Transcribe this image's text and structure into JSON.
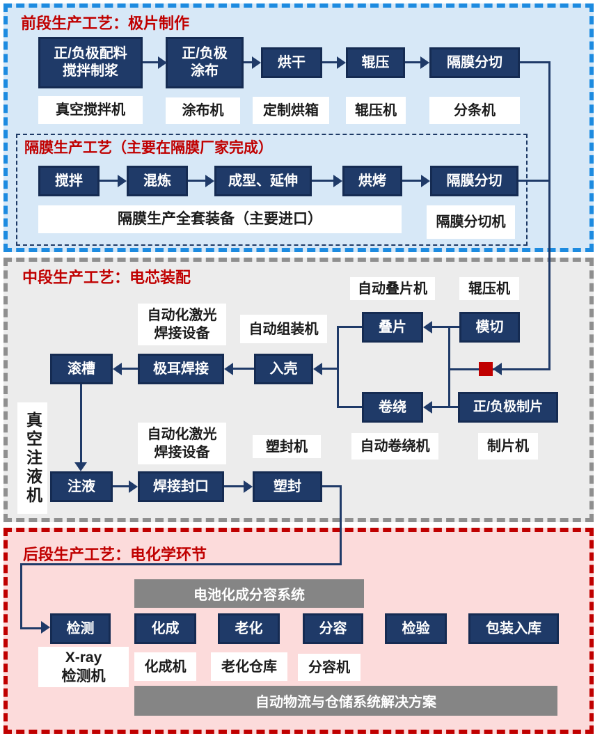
{
  "front": {
    "title": "前段生产工艺：极片制作",
    "steps": [
      "正/负极配料\n搅拌制浆",
      "正/负极\n涂布",
      "烘干",
      "辊压",
      "隔膜分切"
    ],
    "machines": [
      "真空搅拌机",
      "涂布机",
      "定制烘箱",
      "辊压机",
      "分条机"
    ],
    "separator": {
      "title": "隔膜生产工艺（主要在隔膜厂家完成）",
      "steps": [
        "搅拌",
        "混炼",
        "成型、延伸",
        "烘烤",
        "隔膜分切"
      ],
      "equipment": "隔膜生产全套装备（主要进口）",
      "machine": "隔膜分切机"
    }
  },
  "mid": {
    "title": "中段生产工艺：电芯装配",
    "steps": {
      "stacking": "叠片",
      "die_cutting": "模切",
      "winding": "卷绕",
      "sheeting": "正/负极制片",
      "casing": "入壳",
      "tab_welding": "极耳焊接",
      "grooving": "滚槽",
      "filling": "注液",
      "seal_welding": "焊接封口",
      "molding": "塑封"
    },
    "machines": {
      "auto_stacker": "自动叠片机",
      "calender": "辊压机",
      "auto_assembler": "自动组装机",
      "laser_welder_top": "自动化激光\n焊接设备",
      "laser_welder_bottom": "自动化激光\n焊接设备",
      "auto_winder": "自动卷绕机",
      "sheeting_machine": "制片机",
      "vacuum_filler": "真空注液机",
      "molding_machine": "塑封机"
    }
  },
  "back": {
    "title": "后段生产工艺：电化学环节",
    "system_bar": "电池化成分容系统",
    "logistics_bar": "自动物流与仓储系统解决方案",
    "steps": [
      "检测",
      "化成",
      "老化",
      "分容",
      "检验",
      "包装入库"
    ],
    "machines": [
      "X-ray\n检测机",
      "化成机",
      "老化仓库",
      "分容机"
    ]
  },
  "colors": {
    "navy": "#1f3a68",
    "navy_dark": "#152b52",
    "accent_red": "#c00000",
    "front_border": "#1d8be0",
    "front_bg": "#d7e8f7",
    "mid_border": "#8f8f8f",
    "mid_bg": "#ececec",
    "back_border": "#c00000",
    "back_bg": "#fcdbdb",
    "gray_bar": "#858585"
  }
}
